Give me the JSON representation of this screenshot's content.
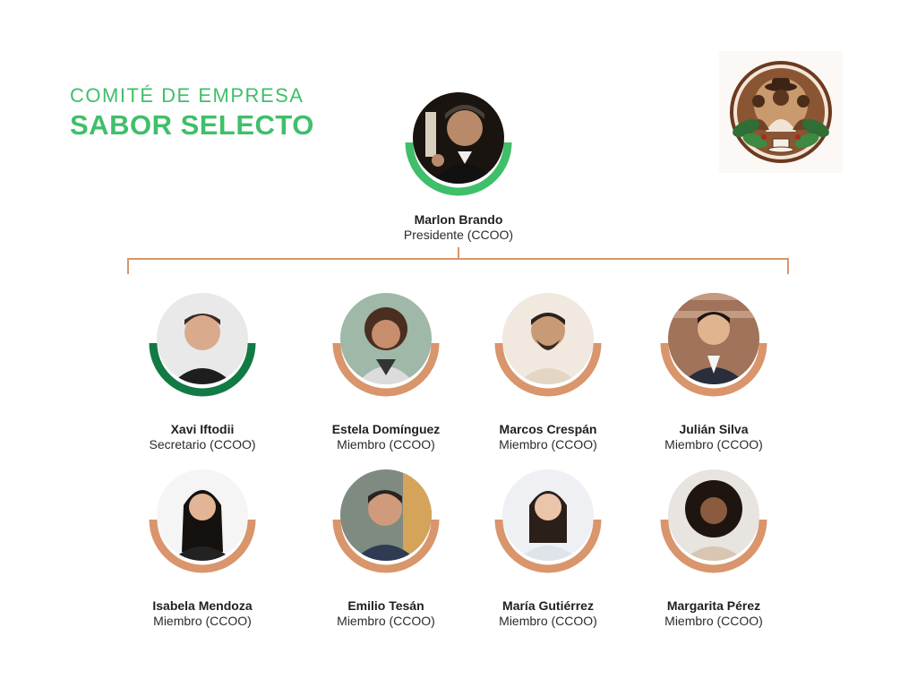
{
  "header": {
    "subtitle": "COMITÉ DE EMPRESA",
    "title": "SABOR SELECTO"
  },
  "colors": {
    "accent_green": "#3fbf6a",
    "dark_green": "#127a45",
    "copper": "#d9956b",
    "connector": "#d9956b"
  },
  "president": {
    "name": "Marlon Brando",
    "role": "Presidente (CCOO)",
    "ring": "green"
  },
  "members": [
    {
      "name": "Xavi Iftodii",
      "role": "Secretario (CCOO)",
      "ring": "dark-green"
    },
    {
      "name": "Estela Domínguez",
      "role": "Miembro (CCOO)",
      "ring": "copper"
    },
    {
      "name": "Marcos Crespán",
      "role": "Miembro (CCOO)",
      "ring": "copper"
    },
    {
      "name": "Julián Silva",
      "role": "Miembro (CCOO)",
      "ring": "copper"
    },
    {
      "name": "Isabela Mendoza",
      "role": "Miembro (CCOO)",
      "ring": "copper"
    },
    {
      "name": "Emilio Tesán",
      "role": "Miembro (CCOO)",
      "ring": "copper"
    },
    {
      "name": "María Gutiérrez",
      "role": "Miembro (CCOO)",
      "ring": "copper"
    },
    {
      "name": "Margarita Pérez",
      "role": "Miembro (CCOO)",
      "ring": "copper"
    }
  ],
  "logo": {
    "icon": "coffee-farmers-logo-icon"
  }
}
